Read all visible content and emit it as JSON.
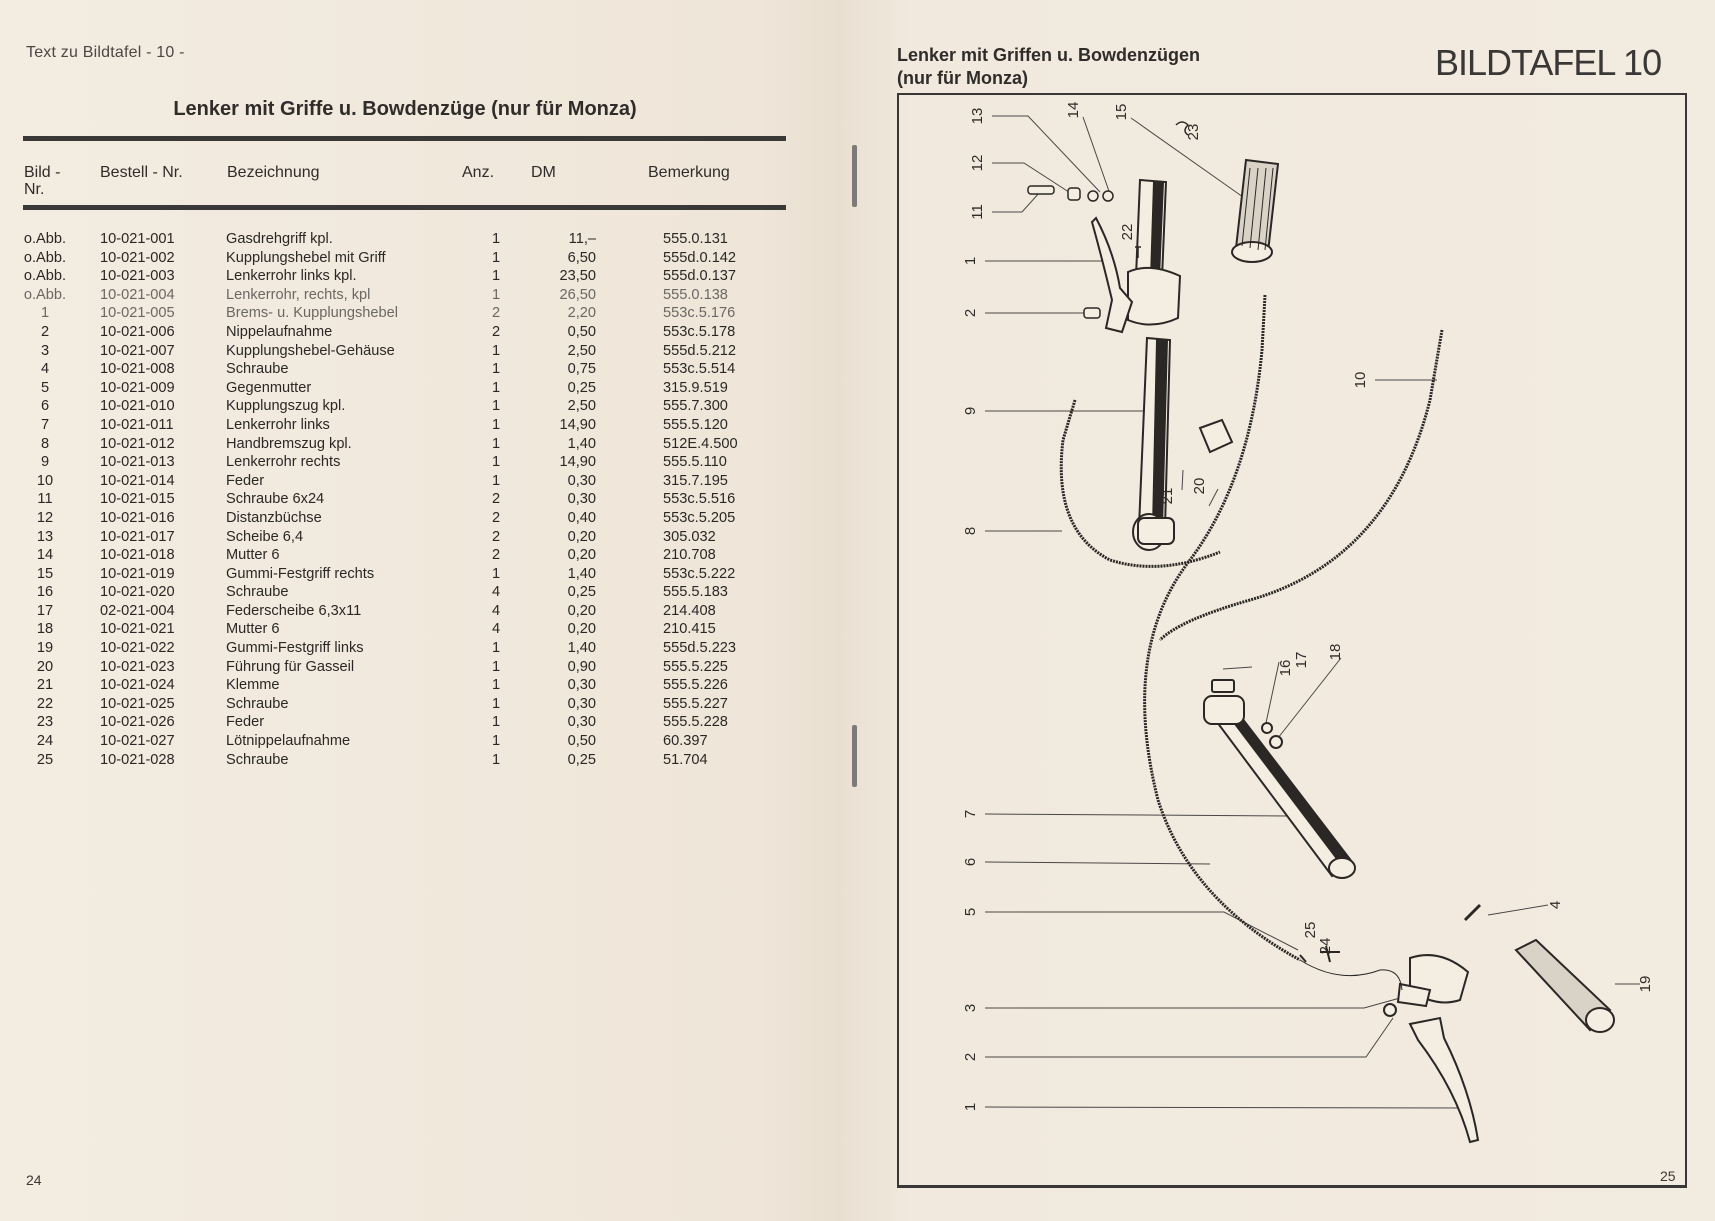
{
  "left_page": {
    "header_small": "Text zu Bildtafel - 10 -",
    "title": "Lenker mit Griffe u. Bowdenzüge (nur für Monza)",
    "columns": {
      "bild_nr_line1": "Bild -",
      "bild_nr_line2": "Nr.",
      "bestell_nr": "Bestell - Nr.",
      "bezeichnung": "Bezeichnung",
      "anz": "Anz.",
      "dm": "DM",
      "bemerkung": "Bemerkung"
    },
    "rows": [
      {
        "bild": "o.Abb.",
        "nr": "10-021-001",
        "bez": "Gasdrehgriff kpl.",
        "anz": "1",
        "dm": "11,–",
        "bem": "555.0.131"
      },
      {
        "bild": "o.Abb.",
        "nr": "10-021-002",
        "bez": "Kupplungshebel mit Griff",
        "anz": "1",
        "dm": "6,50",
        "bem": "555d.0.142"
      },
      {
        "bild": "o.Abb.",
        "nr": "10-021-003",
        "bez": "Lenkerrohr links kpl.",
        "anz": "1",
        "dm": "23,50",
        "bem": "555d.0.137"
      },
      {
        "bild": "o.Abb.",
        "nr": "10-021-004",
        "bez": "Lenkerrohr, rechts, kpl",
        "anz": "1",
        "dm": "26,50",
        "bem": "555.0.138",
        "faded": true
      },
      {
        "bild": "1",
        "nr": "10-021-005",
        "bez": "Brems- u. Kupplungshebel",
        "anz": "2",
        "dm": "2,20",
        "bem": "553c.5.176",
        "faded": true
      },
      {
        "bild": "2",
        "nr": "10-021-006",
        "bez": "Nippelaufnahme",
        "anz": "2",
        "dm": "0,50",
        "bem": "553c.5.178"
      },
      {
        "bild": "3",
        "nr": "10-021-007",
        "bez": "Kupplungshebel-Gehäuse",
        "anz": "1",
        "dm": "2,50",
        "bem": "555d.5.212"
      },
      {
        "bild": "4",
        "nr": "10-021-008",
        "bez": "Schraube",
        "anz": "1",
        "dm": "0,75",
        "bem": "553c.5.514"
      },
      {
        "bild": "5",
        "nr": "10-021-009",
        "bez": "Gegenmutter",
        "anz": "1",
        "dm": "0,25",
        "bem": "315.9.519"
      },
      {
        "bild": "6",
        "nr": "10-021-010",
        "bez": "Kupplungszug kpl.",
        "anz": "1",
        "dm": "2,50",
        "bem": "555.7.300"
      },
      {
        "bild": "7",
        "nr": "10-021-011",
        "bez": "Lenkerrohr links",
        "anz": "1",
        "dm": "14,90",
        "bem": "555.5.120"
      },
      {
        "bild": "8",
        "nr": "10-021-012",
        "bez": "Handbremszug kpl.",
        "anz": "1",
        "dm": "1,40",
        "bem": "512E.4.500"
      },
      {
        "bild": "9",
        "nr": "10-021-013",
        "bez": "Lenkerrohr rechts",
        "anz": "1",
        "dm": "14,90",
        "bem": "555.5.110"
      },
      {
        "bild": "10",
        "nr": "10-021-014",
        "bez": "Feder",
        "anz": "1",
        "dm": "0,30",
        "bem": "315.7.195"
      },
      {
        "bild": "11",
        "nr": "10-021-015",
        "bez": "Schraube 6x24",
        "anz": "2",
        "dm": "0,30",
        "bem": "553c.5.516"
      },
      {
        "bild": "12",
        "nr": "10-021-016",
        "bez": "Distanzbüchse",
        "anz": "2",
        "dm": "0,40",
        "bem": "553c.5.205"
      },
      {
        "bild": "13",
        "nr": "10-021-017",
        "bez": "Scheibe 6,4",
        "anz": "2",
        "dm": "0,20",
        "bem": "305.032"
      },
      {
        "bild": "14",
        "nr": "10-021-018",
        "bez": "Mutter 6",
        "anz": "2",
        "dm": "0,20",
        "bem": "210.708"
      },
      {
        "bild": "15",
        "nr": "10-021-019",
        "bez": "Gummi-Festgriff rechts",
        "anz": "1",
        "dm": "1,40",
        "bem": "553c.5.222"
      },
      {
        "bild": "16",
        "nr": "10-021-020",
        "bez": "Schraube",
        "anz": "4",
        "dm": "0,25",
        "bem": "555.5.183"
      },
      {
        "bild": "17",
        "nr": "02-021-004",
        "bez": "Federscheibe 6,3x11",
        "anz": "4",
        "dm": "0,20",
        "bem": "214.408"
      },
      {
        "bild": "18",
        "nr": "10-021-021",
        "bez": "Mutter 6",
        "anz": "4",
        "dm": "0,20",
        "bem": "210.415"
      },
      {
        "bild": "19",
        "nr": "10-021-022",
        "bez": "Gummi-Festgriff links",
        "anz": "1",
        "dm": "1,40",
        "bem": "555d.5.223"
      },
      {
        "bild": "20",
        "nr": "10-021-023",
        "bez": "Führung für Gasseil",
        "anz": "1",
        "dm": "0,90",
        "bem": "555.5.225"
      },
      {
        "bild": "21",
        "nr": "10-021-024",
        "bez": "Klemme",
        "anz": "1",
        "dm": "0,30",
        "bem": "555.5.226"
      },
      {
        "bild": "22",
        "nr": "10-021-025",
        "bez": "Schraube",
        "anz": "1",
        "dm": "0,30",
        "bem": "555.5.227"
      },
      {
        "bild": "23",
        "nr": "10-021-026",
        "bez": "Feder",
        "anz": "1",
        "dm": "0,30",
        "bem": "555.5.228"
      },
      {
        "bild": "24",
        "nr": "10-021-027",
        "bez": "Lötnippelaufnahme",
        "anz": "1",
        "dm": "0,50",
        "bem": "60.397"
      },
      {
        "bild": "25",
        "nr": "10-021-028",
        "bez": "Schraube",
        "anz": "1",
        "dm": "0,25",
        "bem": "51.704"
      }
    ],
    "page_number": "24"
  },
  "right_page": {
    "title_line1": "Lenker mit Griffen u. Bowdenzügen",
    "title_line2": "(nur für Monza)",
    "plate_title": "BILDTAFEL 10",
    "page_number": "25",
    "callouts": [
      "13",
      "14",
      "15",
      "23",
      "12",
      "11",
      "22",
      "1",
      "2",
      "9",
      "10",
      "21",
      "20",
      "8",
      "16",
      "17",
      "18",
      "7",
      "6",
      "5",
      "25",
      "24",
      "4",
      "3",
      "2",
      "1",
      "19"
    ]
  },
  "colors": {
    "paper": "#f1e9dd",
    "ink": "#2b2826",
    "rule": "#3b3937"
  }
}
